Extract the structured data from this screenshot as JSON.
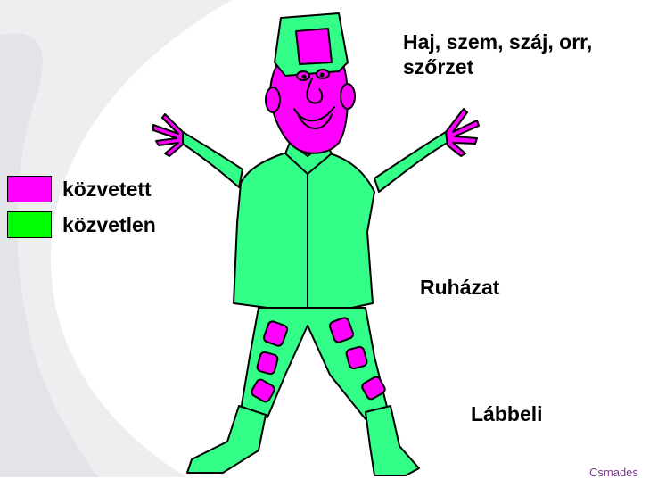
{
  "labels": {
    "head_line1": "Haj, szem, száj, orr,",
    "head_line2": "szőrzet",
    "clothing": "Ruházat",
    "footwear": "Lábbeli"
  },
  "legend": [
    {
      "label": "közvetett",
      "color": "#ff00ff"
    },
    {
      "label": "közvetlen",
      "color": "#00ff00"
    }
  ],
  "colors": {
    "indirect": "#ff00ff",
    "direct": "#33ff88",
    "outline": "#000000"
  },
  "footer": "Csmades"
}
